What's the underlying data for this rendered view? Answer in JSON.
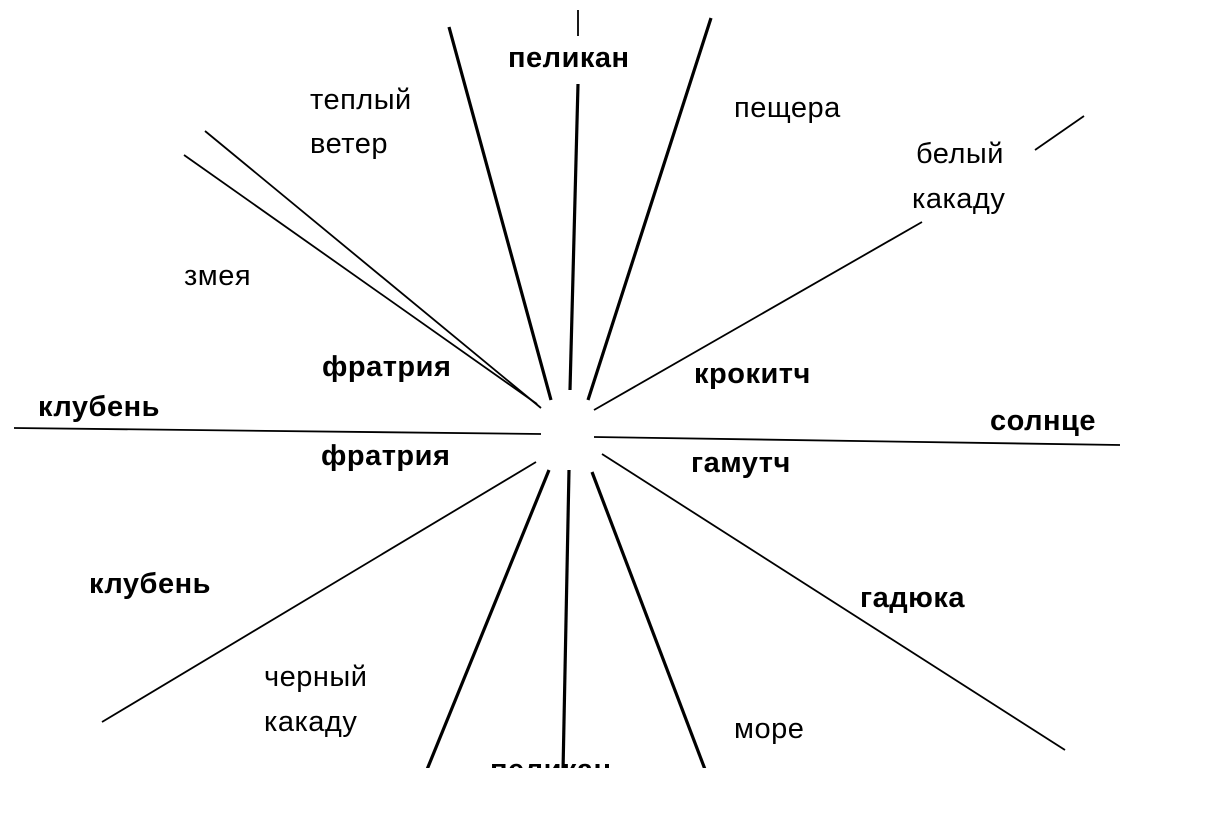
{
  "diagram": {
    "labels": {
      "top_pelikan": "пеликан",
      "cave": "пещера",
      "warm_wind_1": "теплый",
      "warm_wind_2": "ветер",
      "white_cockatoo_1": "белый",
      "white_cockatoo_2": "какаду",
      "snake": "змея",
      "phratry_top": "фратрия",
      "krokitch": "крокитч",
      "tuber_left": "клубень",
      "sun": "солнце",
      "phratry_bottom": "фратрия",
      "gamutch": "гамутч",
      "tuber_lower": "клубень",
      "viper": "гадюка",
      "black_cockatoo_1": "черный",
      "black_cockatoo_2": "какаду",
      "sea": "море",
      "bottom_pelikan": "пеликан"
    }
  }
}
